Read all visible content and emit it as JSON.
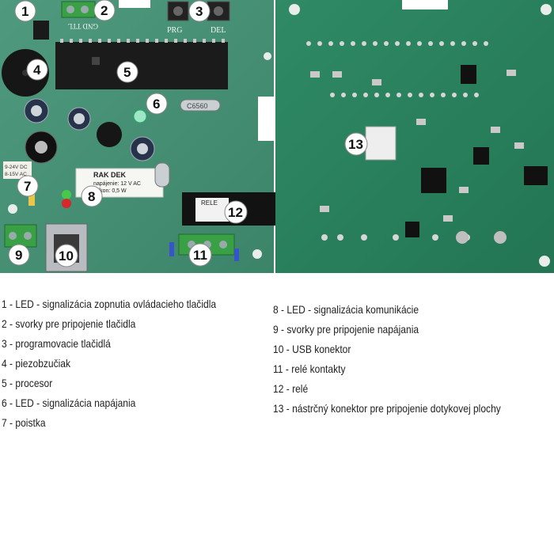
{
  "photos": {
    "front_labels": {
      "connector_label": "GND TTL",
      "button_left": "PRG",
      "button_right": "DEL",
      "crystal": "C6560",
      "voltage_label": [
        "9-24V DC",
        "8-15V AC"
      ],
      "sticker": {
        "title": "RAK DEK",
        "line1": "napájenie: 12 V AC",
        "line2": "príkon: 0,5 W"
      },
      "relay_label": "RELE"
    },
    "callouts": [
      "1",
      "2",
      "3",
      "4",
      "5",
      "6",
      "7",
      "8",
      "9",
      "10",
      "11",
      "12",
      "13"
    ]
  },
  "legend_left": [
    {
      "num": "1",
      "text": "- LED - signalizácia zopnutia ovládacieho tlačidla"
    },
    {
      "num": "2",
      "text": "- svorky pre pripojenie tlačidla"
    },
    {
      "num": "3",
      "text": "- programovacie tlačidlá"
    },
    {
      "num": "4",
      "text": "- piezobzučiak"
    },
    {
      "num": "5",
      "text": "- procesor"
    },
    {
      "num": "6",
      "text": "- LED - signalizácia napájania"
    },
    {
      "num": "7",
      "text": "- poistka"
    }
  ],
  "legend_right": [
    {
      "num": "8",
      "text": "- LED - signalizácia komunikácie"
    },
    {
      "num": "9",
      "text": "- svorky pre pripojenie napájania"
    },
    {
      "num": "10",
      "text": "- USB konektor"
    },
    {
      "num": "11",
      "text": "- relé kontakty"
    },
    {
      "num": "12",
      "text": "- relé"
    },
    {
      "num": "13",
      "text": "- nástrčný konektor pre pripojenie dotykovej plochy"
    }
  ]
}
